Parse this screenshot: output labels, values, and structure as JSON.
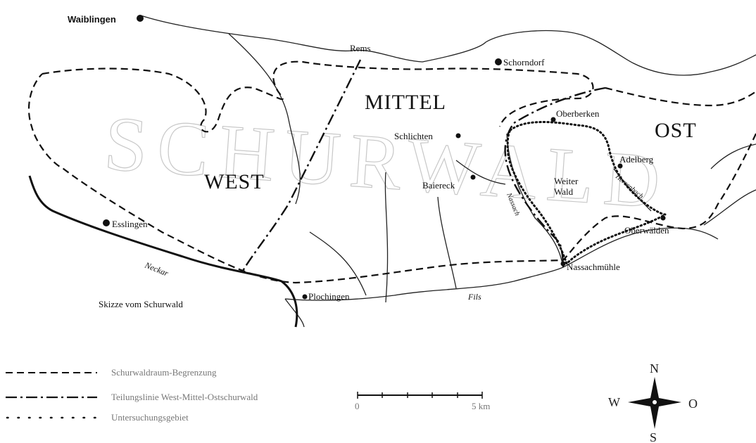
{
  "map": {
    "region_labels": {
      "west": "WEST",
      "mittel": "MITTEL",
      "ost": "OST",
      "watermark": "SCHURWALD"
    },
    "towns": {
      "waiblingen": "Waiblingen",
      "schorndorf": "Schorndorf",
      "oberberken": "Oberberken",
      "schlichten": "Schlichten",
      "adelberg": "Adelberg",
      "baiereck": "Baiereck",
      "weiter_wald": "Weiter Wald",
      "esslingen": "Esslingen",
      "oberwaelden": "Oberwälden",
      "nassachmuehle": "Nassachmühle",
      "plochingen": "Plochingen"
    },
    "rivers": {
      "rems": "Rems",
      "neckar": "Neckar",
      "fils": "Fils",
      "nassach": "Nassach",
      "herrenbach": "Herrenbach"
    },
    "caption": "Skizze vom Schurwald"
  },
  "legend": {
    "boundary": "Schurwaldraum-Begrenzung",
    "division": "Teilungslinie West-Mittel-Ostschurwald",
    "study_area": "Untersuchungsgebiet"
  },
  "scale": {
    "start": "0",
    "end": "5 km"
  },
  "compass": {
    "n": "N",
    "s": "S",
    "w": "W",
    "o": "O"
  }
}
